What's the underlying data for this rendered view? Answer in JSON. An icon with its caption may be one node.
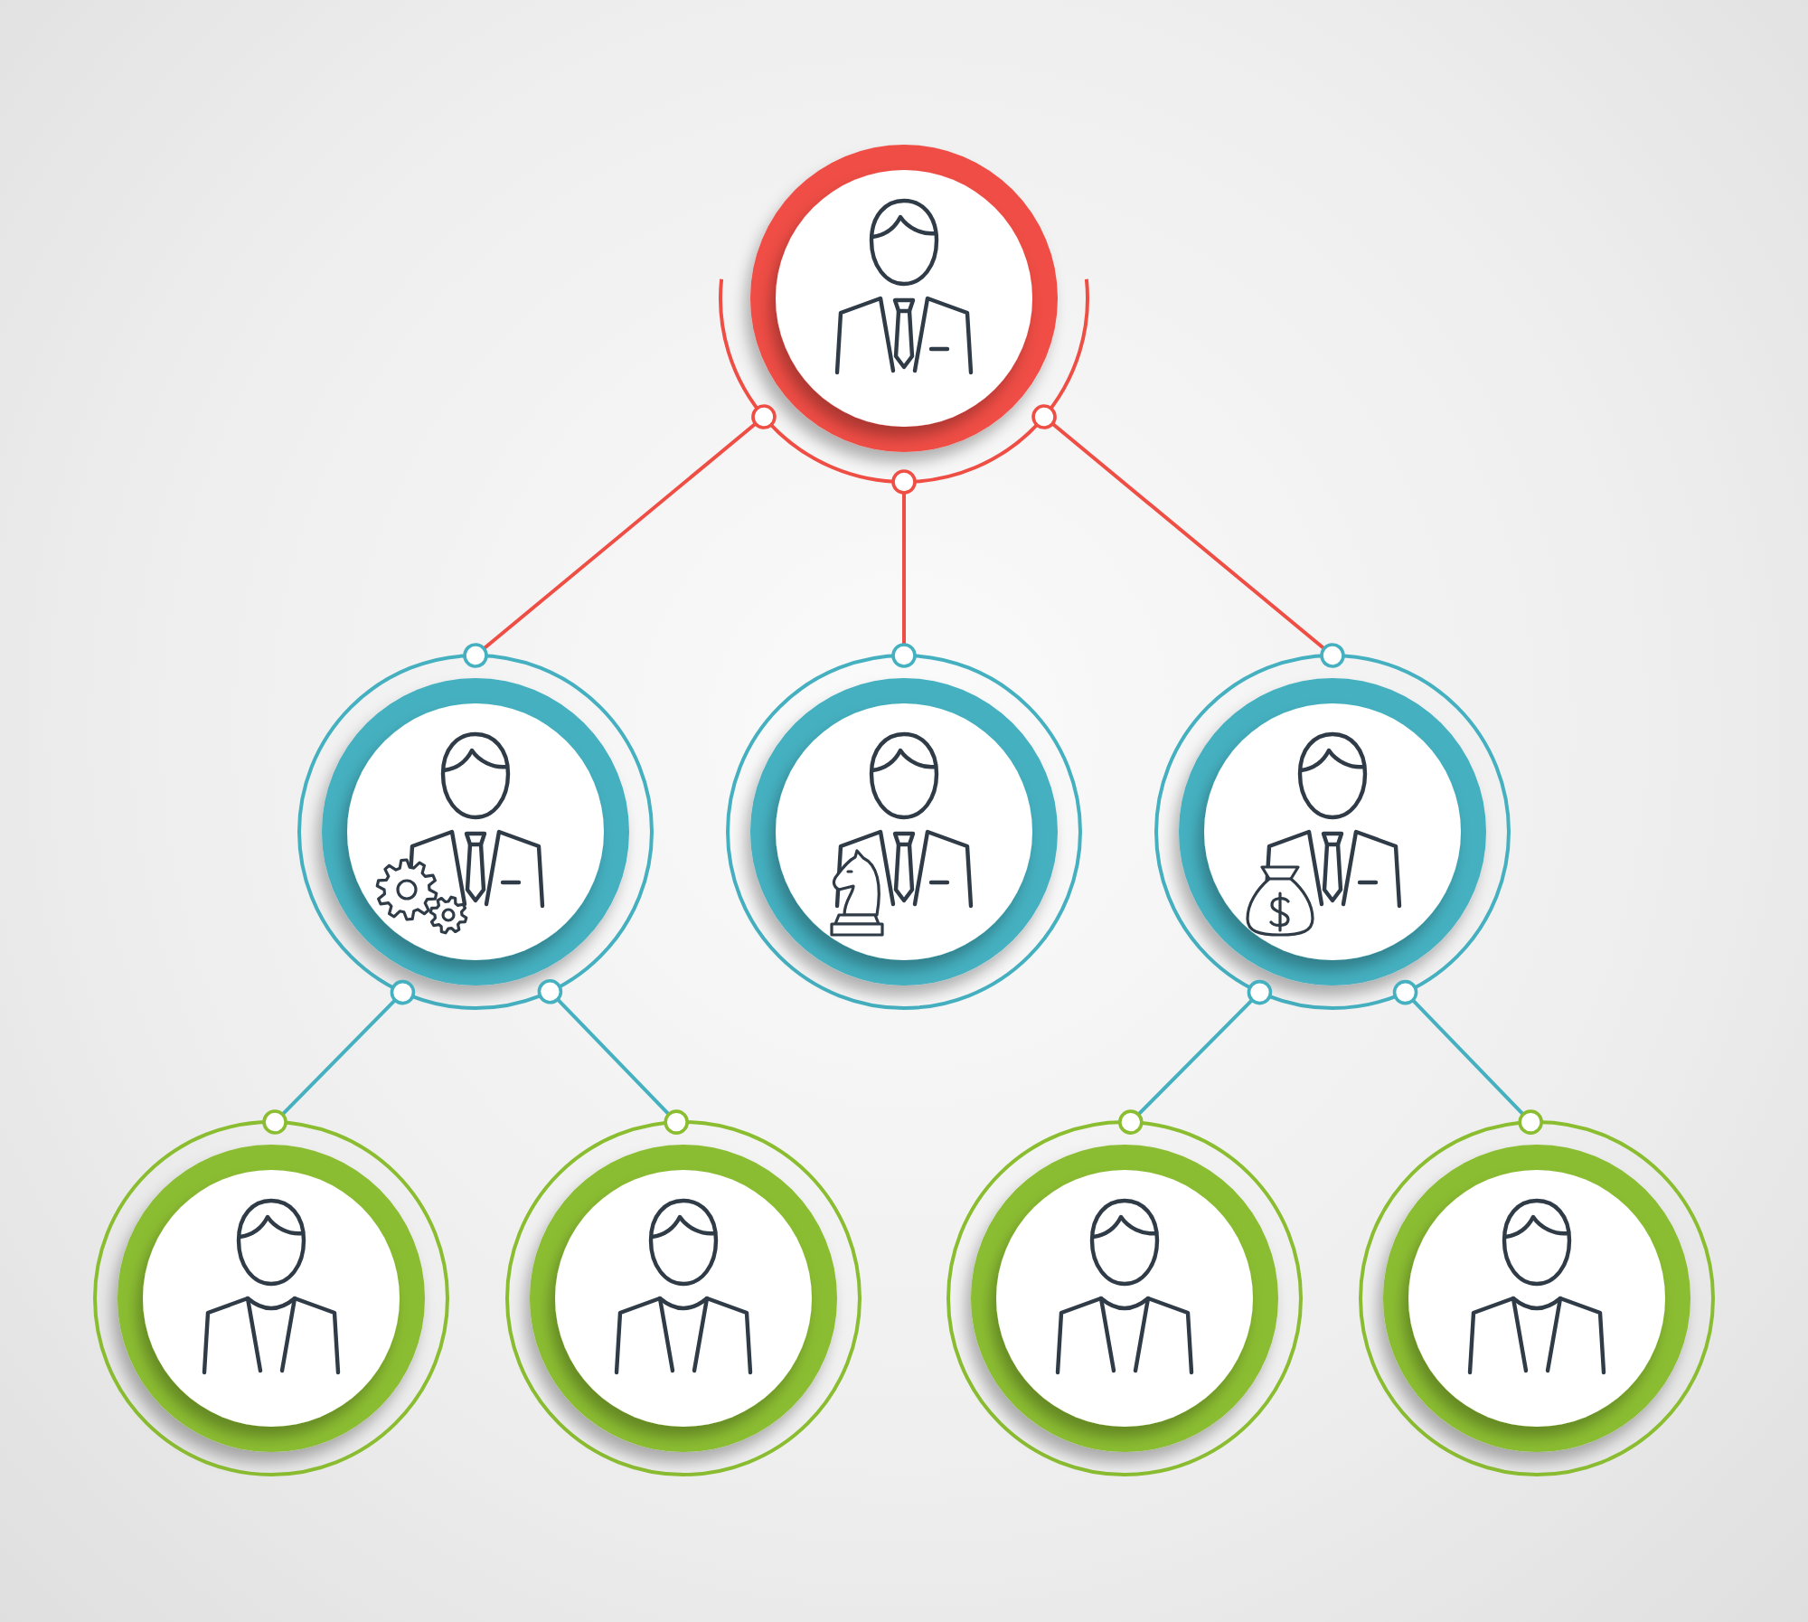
{
  "diagram": {
    "nodes": [
      {
        "text": [],
        "shape": "circle"
      },
      {
        "text": [],
        "shape": "circle"
      },
      {
        "text": [],
        "shape": "circle"
      },
      {
        "text": [],
        "shape": "circle"
      },
      {
        "text": [],
        "shape": "circle"
      },
      {
        "text": [],
        "shape": "circle"
      },
      {
        "text": [],
        "shape": "circle"
      },
      {
        "text": [],
        "shape": "circle"
      }
    ],
    "edges": [
      {
        "from": 0,
        "to": 1,
        "arrow": "other",
        "color": "#ef4e45"
      },
      {
        "from": 0,
        "to": 2,
        "arrow": "other",
        "color": "#ef4e45"
      },
      {
        "from": 0,
        "to": 3,
        "arrow": "other",
        "color": "#ef4e45"
      },
      {
        "from": 1,
        "to": 4,
        "arrow": "other"
      },
      {
        "from": 1,
        "to": 5,
        "arrow": "other"
      },
      {
        "from": 3,
        "to": 6,
        "arrow": "other"
      },
      {
        "from": 3,
        "to": 7,
        "arrow": "other"
      }
    ]
  }
}
